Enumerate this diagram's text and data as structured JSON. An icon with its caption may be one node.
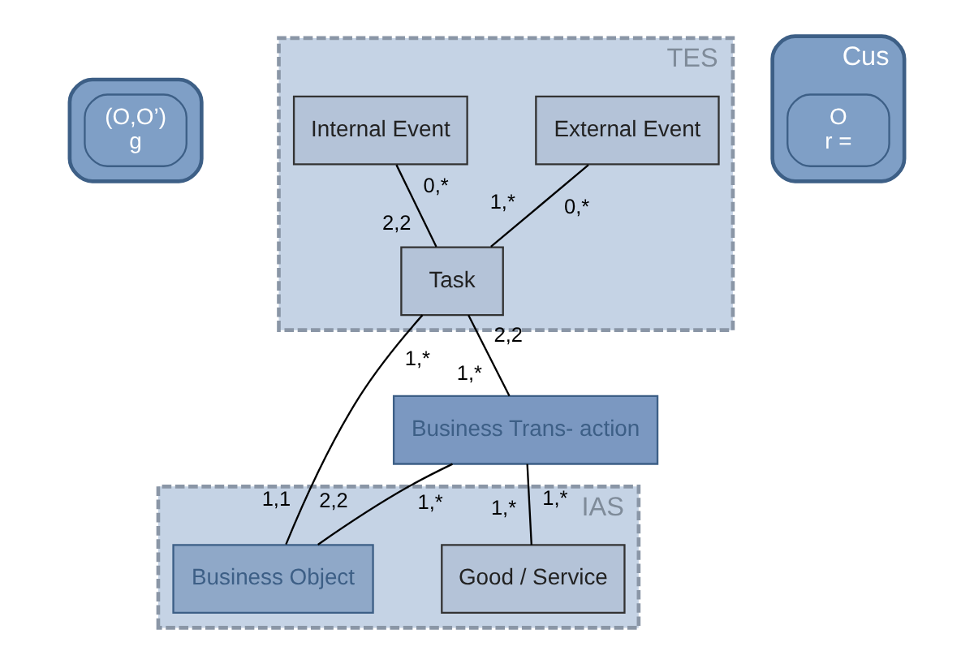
{
  "diagram": {
    "nodes": [
      {
        "text": [],
        "shape": "box"
      },
      {
        "text": [
          "(O,O’)",
          "g"
        ],
        "in": 0
      },
      {
        "text": [
          "TES"
        ]
      },
      {
        "text": [
          "External Event"
        ],
        "in": 2
      },
      {
        "text": [
          "Internal Event"
        ],
        "in": 2
      },
      {
        "text": [
          "Cus"
        ]
      },
      {
        "text": [
          "O",
          "r ="
        ],
        "in": 5
      },
      {
        "text": [
          "Task"
        ],
        "in": 2
      },
      {
        "text": [
          "IAS"
        ]
      },
      {
        "text": [
          "Business Object"
        ],
        "in": 8
      },
      {
        "text": [
          "Business Trans- action"
        ]
      },
      {
        "text": [
          "Good / Service"
        ],
        "in": 8
      }
    ],
    "edges": [
      {
        "from": 3,
        "to": 7,
        "arrow": "none"
      },
      {
        "from": 4,
        "to": 7,
        "arrow": "none"
      },
      {
        "from": 7,
        "to": 9,
        "arrow": "none"
      },
      {
        "from": 7,
        "to": 10,
        "arrow": "none"
      },
      {
        "from": 9,
        "to": 10,
        "arrow": "none"
      },
      {
        "from": 10,
        "to": 11,
        "arrow": "none"
      }
    ],
    "labels": [
      "0,*",
      "1,*",
      "0,*",
      "2,2",
      "1,*",
      "1,1",
      "2,2",
      "1,*",
      "2,2",
      "1,*",
      "1,*",
      "1,*"
    ]
  }
}
